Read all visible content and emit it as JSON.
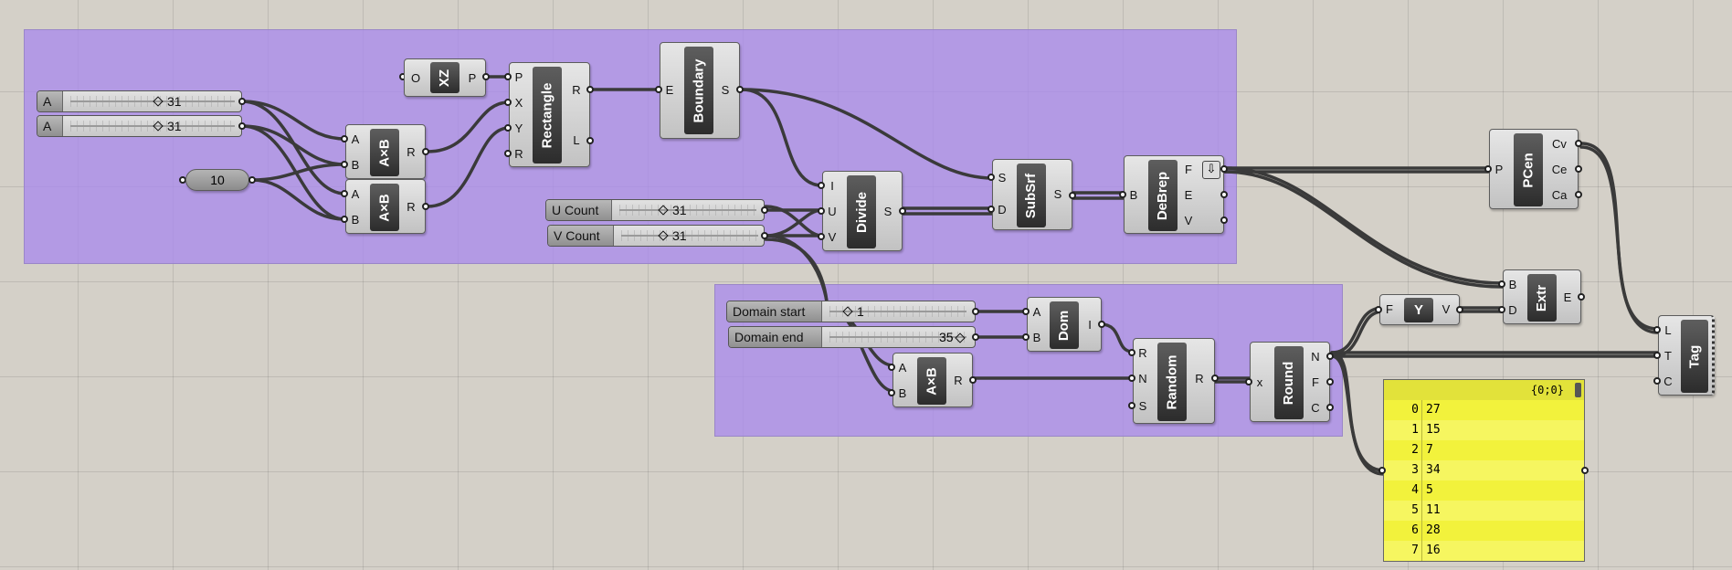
{
  "sliders": {
    "a1": {
      "name": "A",
      "value": "31"
    },
    "a2": {
      "name": "A",
      "value": "31"
    },
    "num10": {
      "value": "10"
    },
    "u_count": {
      "name": "U Count",
      "value": "31"
    },
    "v_count": {
      "name": "V Count",
      "value": "31"
    },
    "domain_start": {
      "name": "Domain start",
      "value": "1"
    },
    "domain_end": {
      "name": "Domain end",
      "value": "35"
    }
  },
  "components": {
    "xz": {
      "label": "XZ",
      "inputs": [
        "O"
      ],
      "outputs": [
        "P"
      ]
    },
    "rectangle": {
      "label": "Rectangle",
      "inputs": [
        "P",
        "X",
        "Y",
        "R"
      ],
      "outputs": [
        "R",
        "L"
      ]
    },
    "boundary": {
      "label": "Boundary",
      "inputs": [
        "E"
      ],
      "outputs": [
        "S"
      ]
    },
    "mult1": {
      "label": "A×B",
      "inputs": [
        "A",
        "B"
      ],
      "outputs": [
        "R"
      ]
    },
    "mult2": {
      "label": "A×B",
      "inputs": [
        "A",
        "B"
      ],
      "outputs": [
        "R"
      ]
    },
    "mult3": {
      "label": "A×B",
      "inputs": [
        "A",
        "B"
      ],
      "outputs": [
        "R"
      ]
    },
    "divide": {
      "label": "Divide",
      "inputs": [
        "I",
        "U",
        "V"
      ],
      "outputs": [
        "S"
      ]
    },
    "subsrf": {
      "label": "SubSrf",
      "inputs": [
        "S",
        "D"
      ],
      "outputs": [
        "S"
      ]
    },
    "debrep": {
      "label": "DeBrep",
      "inputs": [
        "B"
      ],
      "outputs": [
        "F",
        "E",
        "V"
      ]
    },
    "pcen": {
      "label": "PCen",
      "inputs": [
        "P"
      ],
      "outputs": [
        "Cv",
        "Ce",
        "Ca"
      ]
    },
    "extr": {
      "label": "Extr",
      "inputs": [
        "B",
        "D"
      ],
      "outputs": [
        "E"
      ]
    },
    "ycomp": {
      "label": "Y",
      "inputs": [
        "F"
      ],
      "outputs": [
        "V"
      ]
    },
    "dom": {
      "label": "Dom",
      "inputs": [
        "A",
        "B"
      ],
      "outputs": [
        "I"
      ]
    },
    "random": {
      "label": "Random",
      "inputs": [
        "R",
        "N",
        "S"
      ],
      "outputs": [
        "R"
      ]
    },
    "round": {
      "label": "Round",
      "inputs": [
        "x"
      ],
      "outputs": [
        "N",
        "F",
        "C"
      ]
    },
    "tag": {
      "label": "Tag",
      "inputs": [
        "L",
        "T",
        "C"
      ],
      "outputs": []
    }
  },
  "panel": {
    "header": "{0;0}",
    "rows": [
      {
        "index": "0",
        "value": "27"
      },
      {
        "index": "1",
        "value": "15"
      },
      {
        "index": "2",
        "value": "7"
      },
      {
        "index": "3",
        "value": "34"
      },
      {
        "index": "4",
        "value": "5"
      },
      {
        "index": "5",
        "value": "11"
      },
      {
        "index": "6",
        "value": "28"
      },
      {
        "index": "7",
        "value": "16"
      }
    ]
  },
  "colors": {
    "group": "#ab8ee8",
    "wire": "#3a3a3a",
    "panel": "#f2f23c",
    "canvas": "#d4d0c8"
  }
}
